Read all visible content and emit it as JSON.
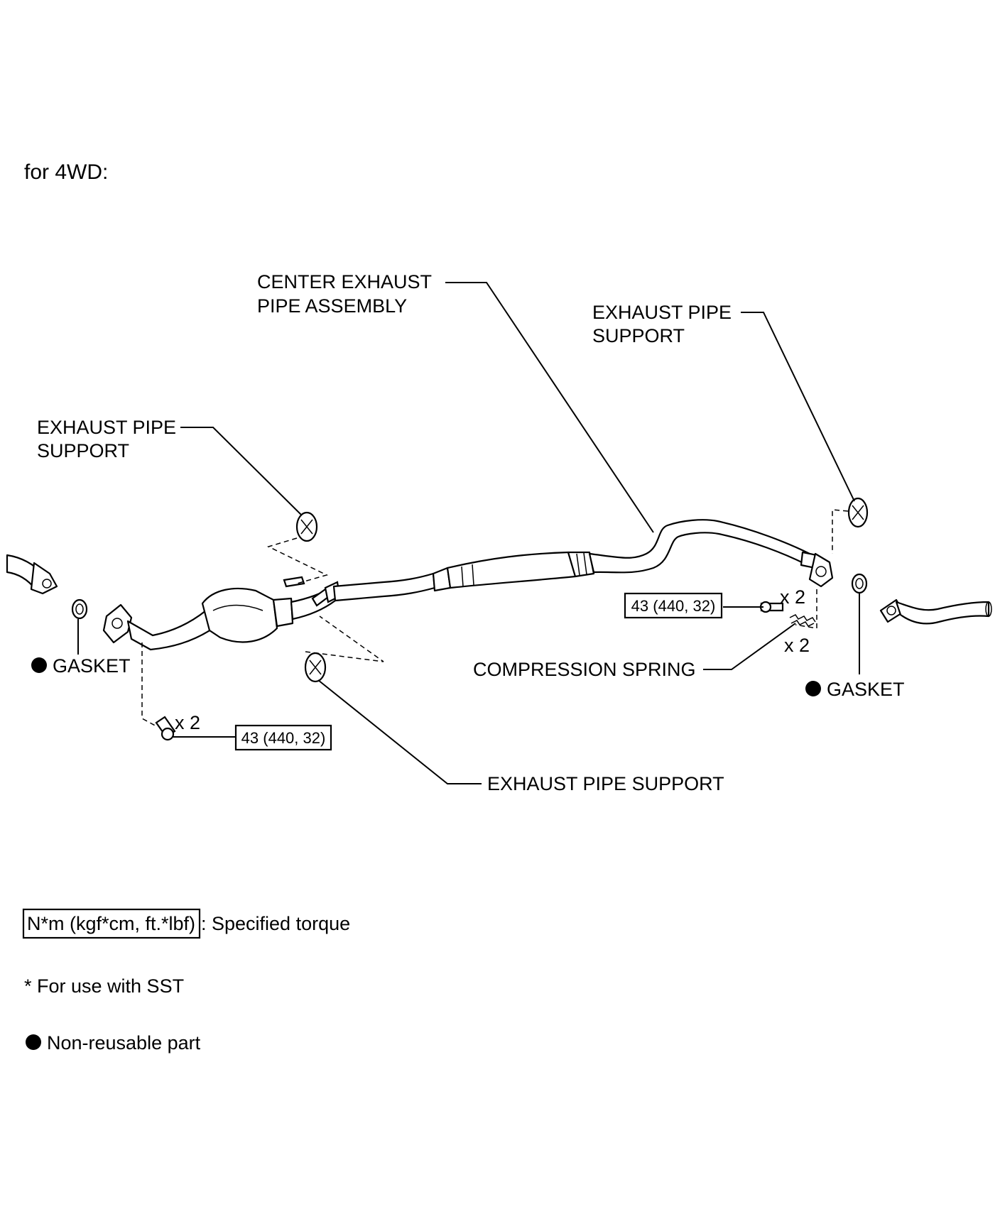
{
  "header": "for 4WD:",
  "labels": {
    "center_exhaust_pipe_line1": "CENTER EXHAUST",
    "center_exhaust_pipe_line2": "PIPE ASSEMBLY",
    "support_right_line1": "EXHAUST PIPE",
    "support_right_line2": "SUPPORT",
    "support_left_line1": "EXHAUST PIPE",
    "support_left_line2": "SUPPORT",
    "support_bottom": "EXHAUST PIPE SUPPORT",
    "gasket_left": "GASKET",
    "gasket_right": "GASKET",
    "compression_spring": "COMPRESSION SPRING",
    "qty_bolt_left": "x 2",
    "qty_bolt_right": "x 2",
    "qty_spring": "x 2"
  },
  "torque": {
    "left": "43 (440, 32)",
    "right": "43 (440, 32)"
  },
  "legend": {
    "torque_unit": "N*m (kgf*cm, ft.*lbf)",
    "torque_desc": ": Specified torque",
    "sst_note": "* For use with SST",
    "non_reusable": "Non-reusable part"
  }
}
